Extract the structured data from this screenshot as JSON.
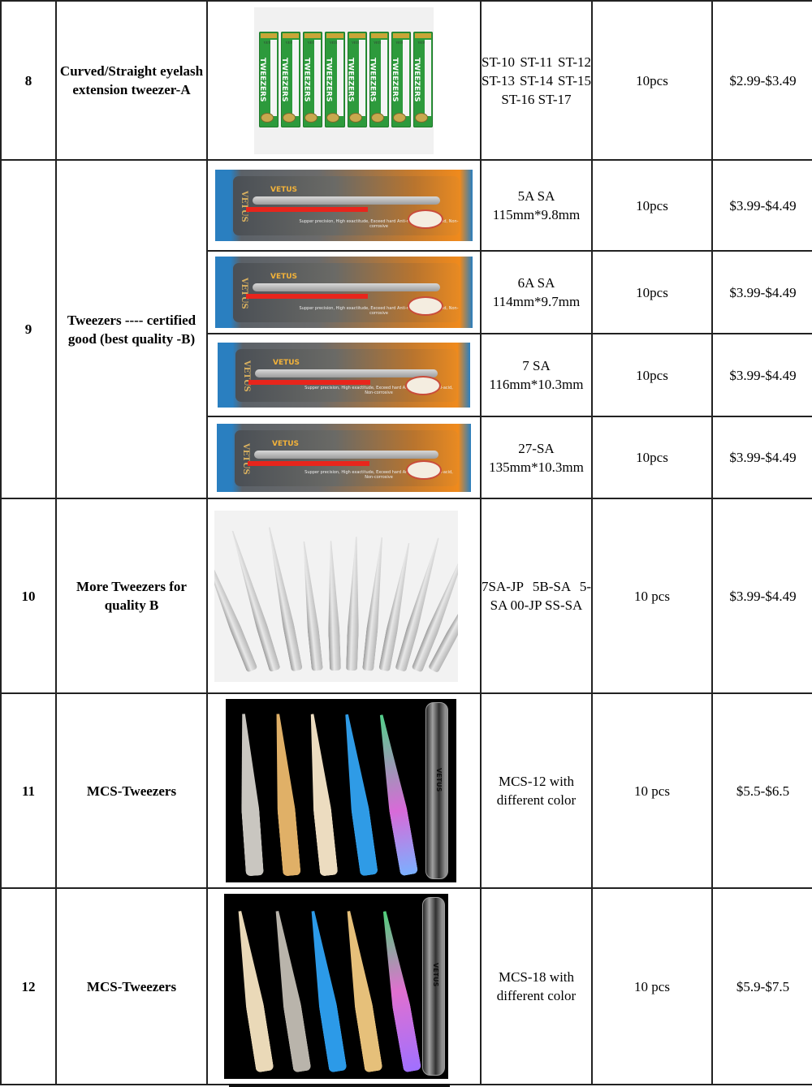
{
  "table": {
    "rows": [
      {
        "no": "8",
        "name": "Curved/Straight eyelash extension tweezer-A",
        "image_alt": "Green TWEEZERS blister packs",
        "pack_word": "TWEEZERS",
        "pack_brand": "VETUS",
        "variants": [
          {
            "model": "ST-10 ST-11 ST-12 ST-13 ST-14 ST-15 ST-16 ST-17",
            "qty": "10pcs",
            "price": "$2.99-$3.49"
          }
        ]
      },
      {
        "no": "9",
        "name": "Tweezers ---- certified good (best quality -B)",
        "image_alt": "VETUS Swiss quality stainless steel tweezers card",
        "card_brand": "VETUS",
        "card_side": "VETUS",
        "card_caption": "Supper precision, High exactitude, Exceed hard Anti-magnetic, Anti-acid, Non-corrosive",
        "variants": [
          {
            "model_line1": "5A SA",
            "model_line2": "115mm*9.8mm",
            "qty": "10pcs",
            "price": "$3.99-$4.49"
          },
          {
            "model_line1": "6A SA",
            "model_line2": "114mm*9.7mm",
            "qty": "10pcs",
            "price": "$3.99-$4.49"
          },
          {
            "model_line1": "7 SA",
            "model_line2": "116mm*10.3mm",
            "qty": "10pcs",
            "price": "$3.99-$4.49"
          },
          {
            "model_line1": "27-SA",
            "model_line2": "135mm*10.3mm",
            "qty": "10pcs",
            "price": "$3.99-$4.49"
          }
        ]
      },
      {
        "no": "10",
        "name": "More Tweezers for quality B",
        "image_alt": "Assorted silver VETUS tweezers",
        "variants": [
          {
            "model": "7SA-JP 5B-SA 5-SA 00-JP SS-SA",
            "qty": "10 pcs",
            "price": "$3.99-$4.49"
          }
        ]
      },
      {
        "no": "11",
        "name": "MCS-Tweezers",
        "image_alt": "MCS-12 straight tweezers in silver, gold, champagne, blue, rainbow with clear tube",
        "tube_label": "VETUS",
        "colors": [
          "#c9c6c0",
          "#e0b067",
          "#ecdcc0",
          "#2f9be6",
          "#d86ad8"
        ],
        "variants": [
          {
            "model": "MCS-12 with different color",
            "qty": "10 pcs",
            "price": "$5.5-$6.5"
          }
        ]
      },
      {
        "no": "12",
        "name": "MCS-Tweezers",
        "image_alt": "MCS-18 curved tweezers in champagne, silver, blue, gold, rainbow with clear tube",
        "tube_label": "VETUS",
        "colors": [
          "#ead9b8",
          "#b9b4ab",
          "#2c9ae8",
          "#e6c07a",
          "#e070d0"
        ],
        "variants": [
          {
            "model": "MCS-18 with different color",
            "qty": "10 pcs",
            "price": "$5.9-$7.5"
          }
        ]
      }
    ]
  }
}
